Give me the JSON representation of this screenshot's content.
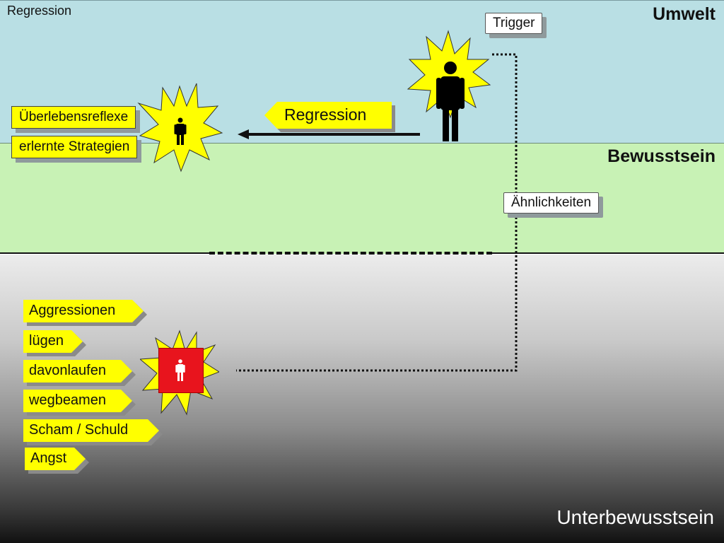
{
  "header": {
    "title": "Regression"
  },
  "zones": {
    "environment": "Umwelt",
    "consciousness": "Bewusstsein",
    "subconscious": "Unterbewusstsein"
  },
  "labels": {
    "trigger": "Trigger",
    "similarities": "Ähnlichkeiten",
    "regression_arrow": "Regression",
    "survival_reflexes": "Überlebensreflexe",
    "learned_strategies": "erlernte Strategien"
  },
  "subconscious_reactions": [
    "Aggressionen",
    "lügen",
    "davonlaufen",
    "wegbeamen",
    "Scham / Schuld",
    "Angst"
  ],
  "colors": {
    "accent": "#ffff00",
    "alarm": "#e8141d",
    "environment": "#b9dfe4",
    "consciousness": "#c8f2b5"
  },
  "icons": [
    "person-icon",
    "starburst-icon"
  ]
}
